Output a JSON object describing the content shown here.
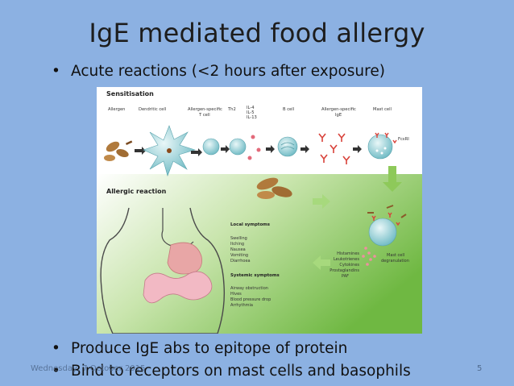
{
  "slide": {
    "title": "IgE mediated food allergy",
    "bullets": [
      "Acute reactions (<2 hours after exposure)",
      "Produce IgE abs to epitope of protein",
      "Bind to receptors on mast cells and basophils"
    ],
    "footer_date": "Wednesday, 7 October 2015",
    "slide_number": "5",
    "bullet_glyph": "•"
  },
  "figure": {
    "sensitisation_title": "Sensitisation",
    "labels": {
      "allergen": "Allergen",
      "dendritic_cell": "Dendritic cell",
      "allergen_t_cell_1": "Allergen-specific",
      "allergen_t_cell_2": "T cell",
      "th2": "Th2",
      "il4": "IL-4",
      "il5": "IL-5",
      "il13": "IL-13",
      "b_cell": "B cell",
      "allergen_ige_1": "Allergen-specific",
      "allergen_ige_2": "IgE",
      "mast_cell": "Mast cell",
      "fceri": "FcεRI"
    },
    "allergic_reaction_title": "Allergic reaction",
    "local_symptoms_title": "Local symptoms",
    "local_symptoms": [
      "Swelling",
      "Itching",
      "Nausea",
      "Vomiting",
      "Diarrhoea"
    ],
    "systemic_symptoms_title": "Systemic symptoms",
    "systemic_symptoms": [
      "Airway obstruction",
      "Hives",
      "Blood pressure drop",
      "Arrhythmia"
    ],
    "mediators": [
      "Histamines",
      "Leukotrienes",
      "Cytokines",
      "Prostaglandins",
      "PAF"
    ],
    "degranulation_1": "Mast cell",
    "degranulation_2": "degranulation"
  },
  "colors": {
    "background": "#8cb1e2",
    "figure_green": "#7fc24d",
    "cell_teal": "#7fc8cf",
    "ige_red": "#d8423a"
  }
}
